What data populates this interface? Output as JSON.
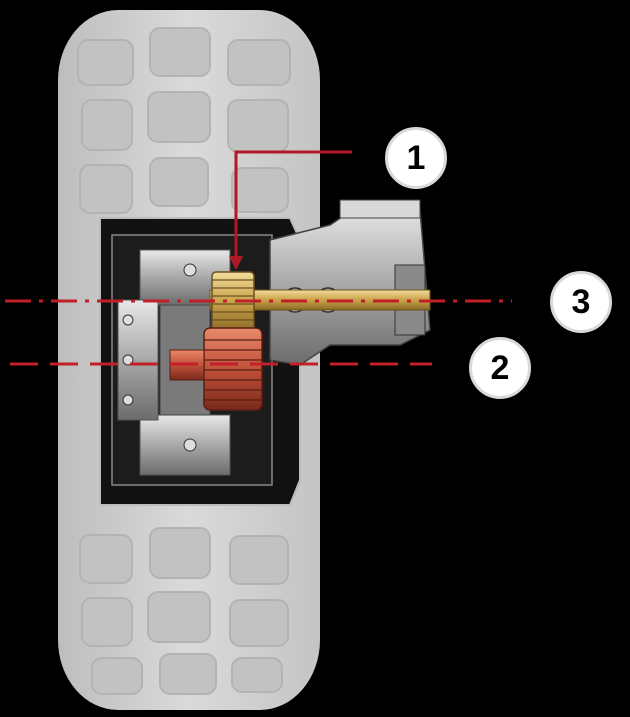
{
  "colors": {
    "background": "#000000",
    "tire": "#d4d4d4",
    "tire_tread": "#c2c2c2",
    "wheel_rim": "#111111",
    "hub_metal": "#9a9a9a",
    "shaft_gold": "#c9a24a",
    "gear_copper": "#c0503a",
    "axis_line": "#c21f2a",
    "leader_line": "#b01a24"
  },
  "icons": {
    "tire": "tire-icon",
    "wheel_hub": "wheel-hub-icon",
    "portal_gear": "portal-gear-icon",
    "drive_shaft": "drive-shaft-icon"
  },
  "callouts": {
    "c1": "1",
    "c2": "2",
    "c3": "3"
  }
}
